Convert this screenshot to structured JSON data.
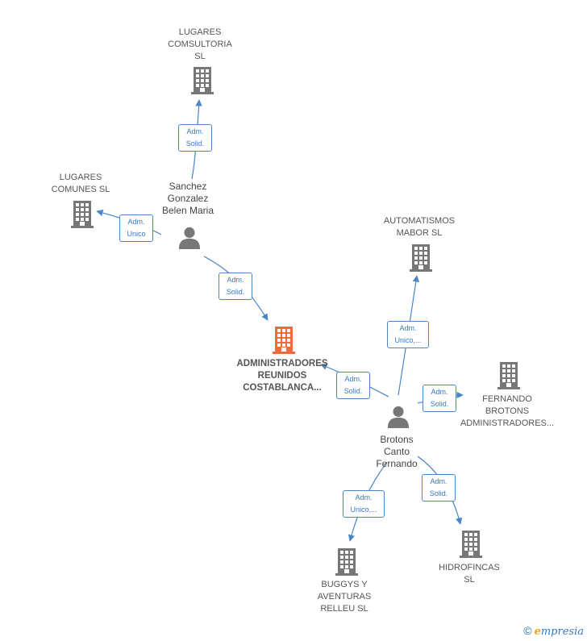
{
  "colors": {
    "edge": "#4a86c8",
    "company_icon": "#777777",
    "main_company_icon": "#f06a3a",
    "person_icon": "#777777"
  },
  "nodes": {
    "lugares_comsultoria": {
      "lines": [
        "LUGARES",
        "COMSULTORIA",
        "SL"
      ],
      "icon": "building-icon"
    },
    "lugares_comunes": {
      "lines": [
        "LUGARES",
        "COMUNES  SL"
      ],
      "icon": "building-icon"
    },
    "sanchez": {
      "lines": [
        "Sanchez",
        "Gonzalez",
        "Belen Maria"
      ],
      "icon": "person-icon"
    },
    "administradores": {
      "lines": [
        "ADMINISTRADORES",
        "REUNIDOS",
        "COSTABLANCA..."
      ],
      "icon": "building-icon"
    },
    "automatismos": {
      "lines": [
        "AUTOMATISMOS",
        "MABOR  SL"
      ],
      "icon": "building-icon"
    },
    "fernando": {
      "lines": [
        "FERNANDO",
        "BROTONS",
        "ADMINISTRADORES..."
      ],
      "icon": "building-icon"
    },
    "brotons": {
      "lines": [
        "Brotons",
        "Canto",
        "Fernando"
      ],
      "icon": "person-icon"
    },
    "hidrofincas": {
      "lines": [
        "HIDROFINCAS",
        "SL"
      ],
      "icon": "building-icon"
    },
    "buggys": {
      "lines": [
        "BUGGYS  Y",
        "AVENTURAS",
        "RELLEU  SL"
      ],
      "icon": "building-icon"
    }
  },
  "edges": {
    "e1": {
      "lines": [
        "Adm.",
        "Solid."
      ]
    },
    "e2": {
      "lines": [
        "Adm.",
        "Unico"
      ]
    },
    "e3": {
      "lines": [
        "Adm.",
        "Solid."
      ]
    },
    "e4": {
      "lines": [
        "Adm.",
        "Unico,..."
      ]
    },
    "e5": {
      "lines": [
        "Adm.",
        "Solid."
      ]
    },
    "e6": {
      "lines": [
        "Adm.",
        "Solid."
      ]
    },
    "e7": {
      "lines": [
        "Adm.",
        "Solid."
      ]
    },
    "e8": {
      "lines": [
        "Adm.",
        "Unico,..."
      ]
    }
  },
  "footer": {
    "copyright": "©",
    "brand_initial": "e",
    "brand_rest": "mpresia"
  }
}
